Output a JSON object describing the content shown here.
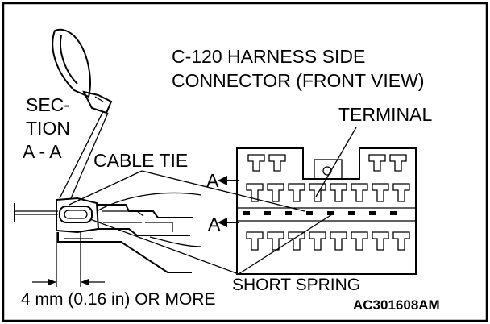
{
  "title": {
    "line1": "C-120 HARNESS SIDE",
    "line2": "CONNECTOR (FRONT VIEW)"
  },
  "labels": {
    "section_line1": "SEC-",
    "section_line2": "TION",
    "section_line3": "A - A",
    "cable_tie": "CABLE TIE",
    "terminal": "TERMINAL",
    "arrow_a_upper": "A",
    "arrow_a_lower": "A",
    "short_spring": "SHORT SPRING",
    "dimension": "4 mm (0.16 in) OR MORE",
    "figure_code": "AC301608AM"
  }
}
